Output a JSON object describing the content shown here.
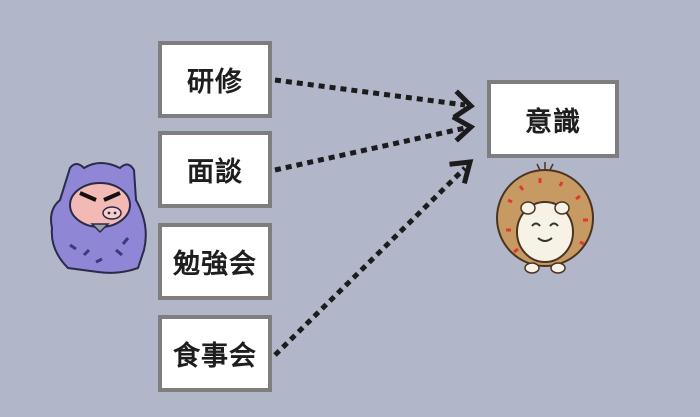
{
  "nodes": {
    "training": "研修",
    "interview": "面談",
    "study": "勉強会",
    "dinner": "食事会",
    "awareness": "意識"
  },
  "icons": {
    "left": "pig-character-icon",
    "right": "hedgehog-character-icon"
  },
  "colors": {
    "background": "#b1b6c9",
    "box_border": "#7e7e7e",
    "arrow": "#1c1c1c",
    "pig": "#8f86d6",
    "hedgehog_spines": "#c79a63",
    "hedgehog_accent": "#e03a2a"
  }
}
